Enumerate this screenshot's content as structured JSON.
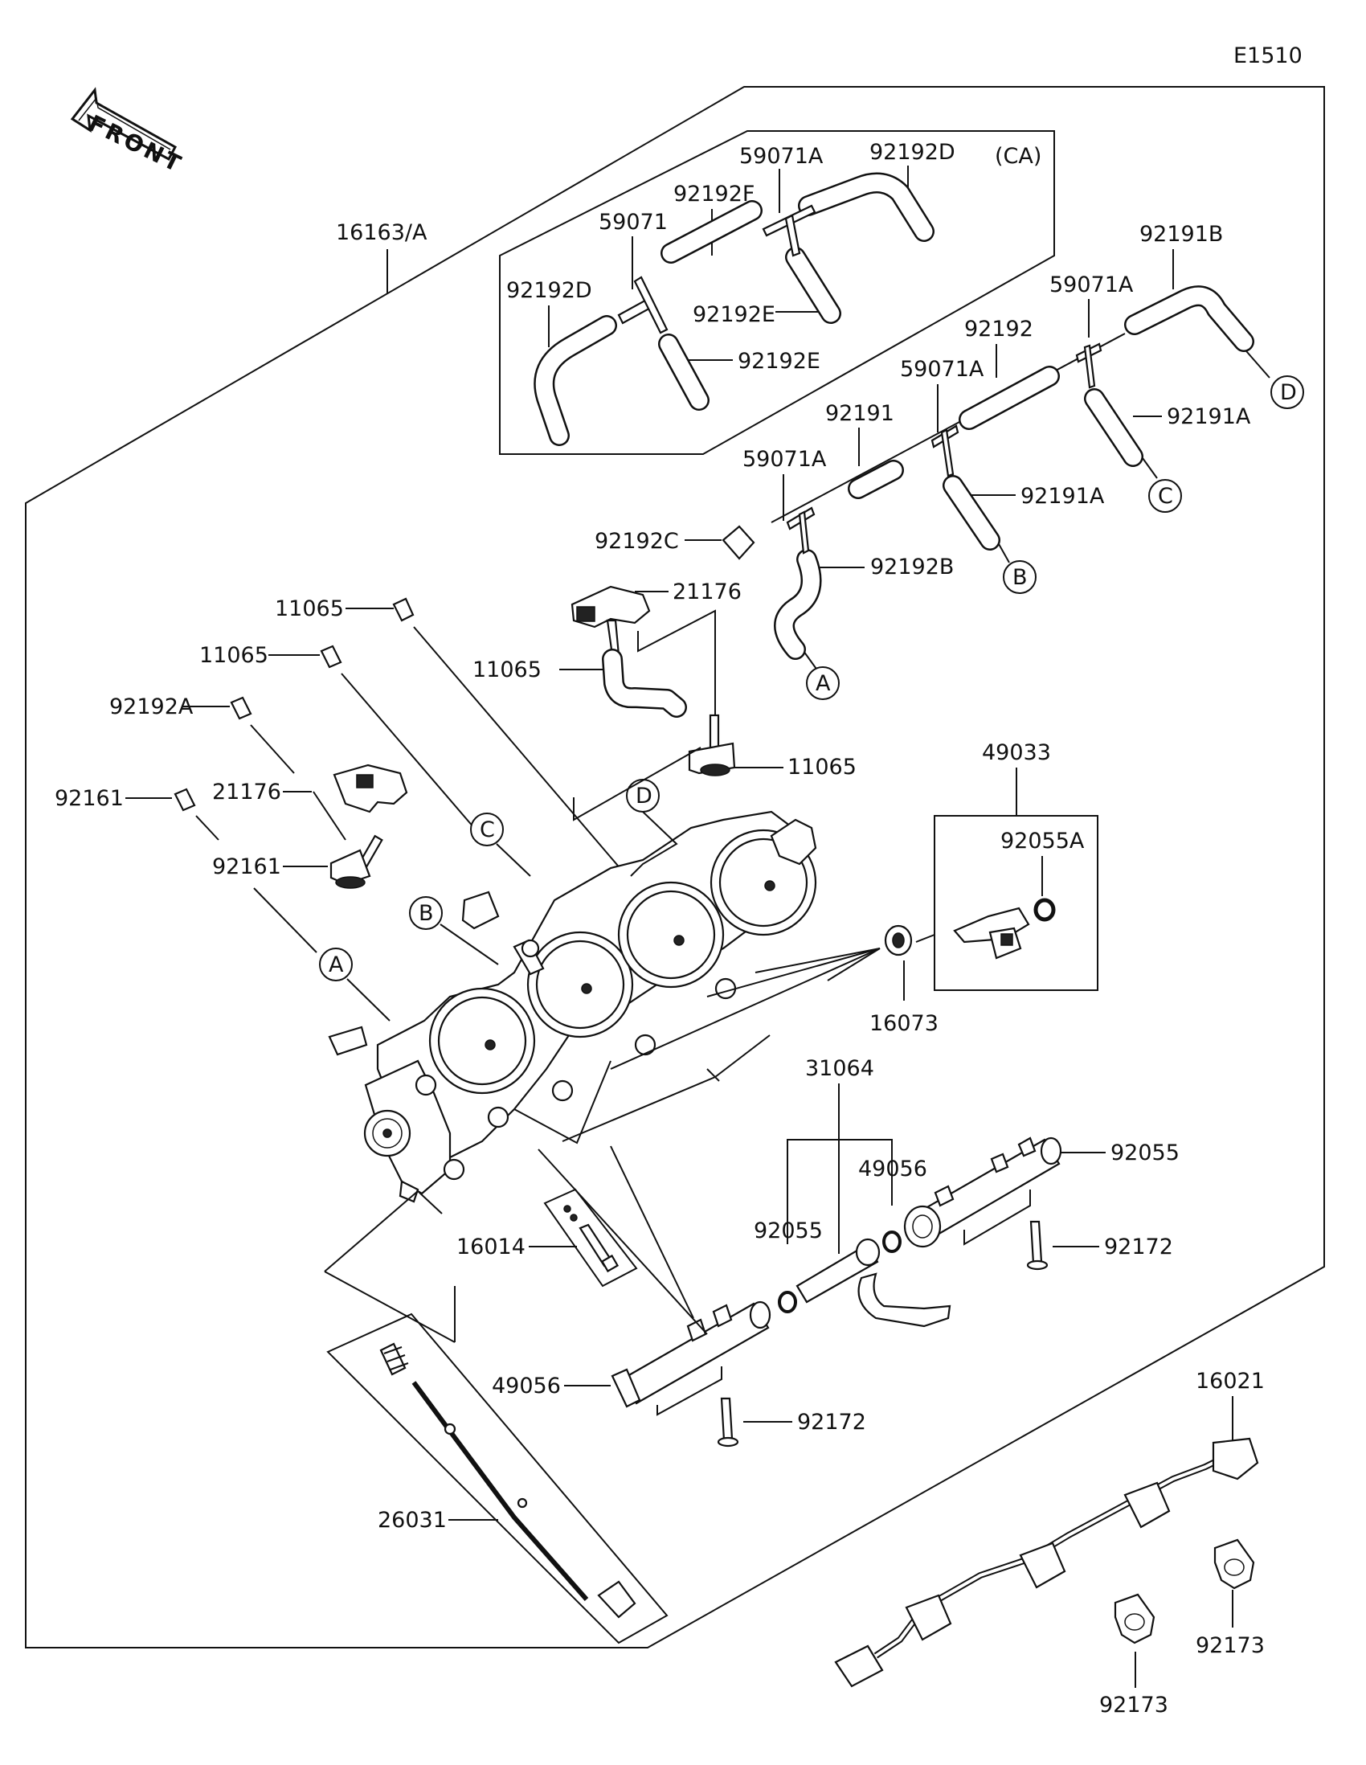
{
  "diagram": {
    "code": "E1510",
    "front_arrow": "FRONT",
    "variant_note": "(CA)",
    "parts": [
      {
        "key": "p16163A",
        "label": "16163/A"
      },
      {
        "key": "p59071A_top",
        "label": "59071A"
      },
      {
        "key": "p92192D_top",
        "label": "92192D"
      },
      {
        "key": "p92192F",
        "label": "92192F"
      },
      {
        "key": "p59071",
        "label": "59071"
      },
      {
        "key": "p92192D_left",
        "label": "92192D"
      },
      {
        "key": "p92192E_a",
        "label": "92192E"
      },
      {
        "key": "p92192E_b",
        "label": "92192E"
      },
      {
        "key": "p92191B",
        "label": "92191B"
      },
      {
        "key": "p59071A_r",
        "label": "59071A"
      },
      {
        "key": "p92192",
        "label": "92192"
      },
      {
        "key": "p59071A_m",
        "label": "59071A"
      },
      {
        "key": "p92191A_r",
        "label": "92191A"
      },
      {
        "key": "p92191",
        "label": "92191"
      },
      {
        "key": "p92191A_m",
        "label": "92191A"
      },
      {
        "key": "p59071A_l",
        "label": "59071A"
      },
      {
        "key": "p92192C",
        "label": "92192C"
      },
      {
        "key": "p92192B",
        "label": "92192B"
      },
      {
        "key": "p21176_top",
        "label": "21176"
      },
      {
        "key": "p11065_a",
        "label": "11065"
      },
      {
        "key": "p11065_b",
        "label": "11065"
      },
      {
        "key": "p11065_c",
        "label": "11065"
      },
      {
        "key": "p11065_d",
        "label": "11065"
      },
      {
        "key": "p92192A",
        "label": "92192A"
      },
      {
        "key": "p92161_top",
        "label": "92161"
      },
      {
        "key": "p21176_left",
        "label": "21176"
      },
      {
        "key": "p92161_left",
        "label": "92161"
      },
      {
        "key": "p49033",
        "label": "49033"
      },
      {
        "key": "p92055A",
        "label": "92055A"
      },
      {
        "key": "p16073",
        "label": "16073"
      },
      {
        "key": "p31064",
        "label": "31064"
      },
      {
        "key": "p49056_r",
        "label": "49056"
      },
      {
        "key": "p92055_a",
        "label": "92055"
      },
      {
        "key": "p92055_b",
        "label": "92055"
      },
      {
        "key": "p92172_r",
        "label": "92172"
      },
      {
        "key": "p16014",
        "label": "16014"
      },
      {
        "key": "p49056_l",
        "label": "49056"
      },
      {
        "key": "p92172_l",
        "label": "92172"
      },
      {
        "key": "p26031",
        "label": "26031"
      },
      {
        "key": "p16021",
        "label": "16021"
      },
      {
        "key": "p92173_r",
        "label": "92173"
      },
      {
        "key": "p92173_l",
        "label": "92173"
      }
    ],
    "connectors": [
      {
        "key": "cD_top",
        "letter": "D"
      },
      {
        "key": "cC_top",
        "letter": "C"
      },
      {
        "key": "cB_top",
        "letter": "B"
      },
      {
        "key": "cA_top",
        "letter": "A"
      },
      {
        "key": "cD_body",
        "letter": "D"
      },
      {
        "key": "cC_body",
        "letter": "C"
      },
      {
        "key": "cB_body",
        "letter": "B"
      },
      {
        "key": "cA_body",
        "letter": "A"
      }
    ]
  }
}
